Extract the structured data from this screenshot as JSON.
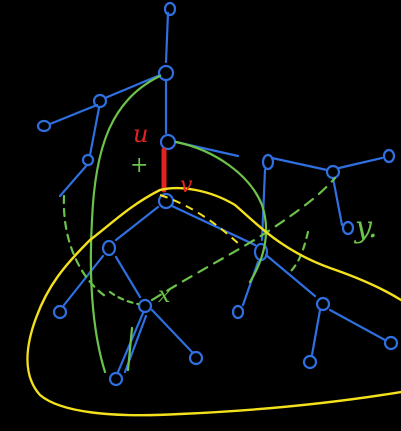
{
  "background_color": "#000000",
  "colors": {
    "tree": "#2f6fe0",
    "green": "#6cc24a",
    "yellow": "#f2e11c",
    "red": "#e32222"
  },
  "labels": {
    "u": "u",
    "v": "v",
    "plus": "+",
    "x": "x",
    "y": "y."
  }
}
